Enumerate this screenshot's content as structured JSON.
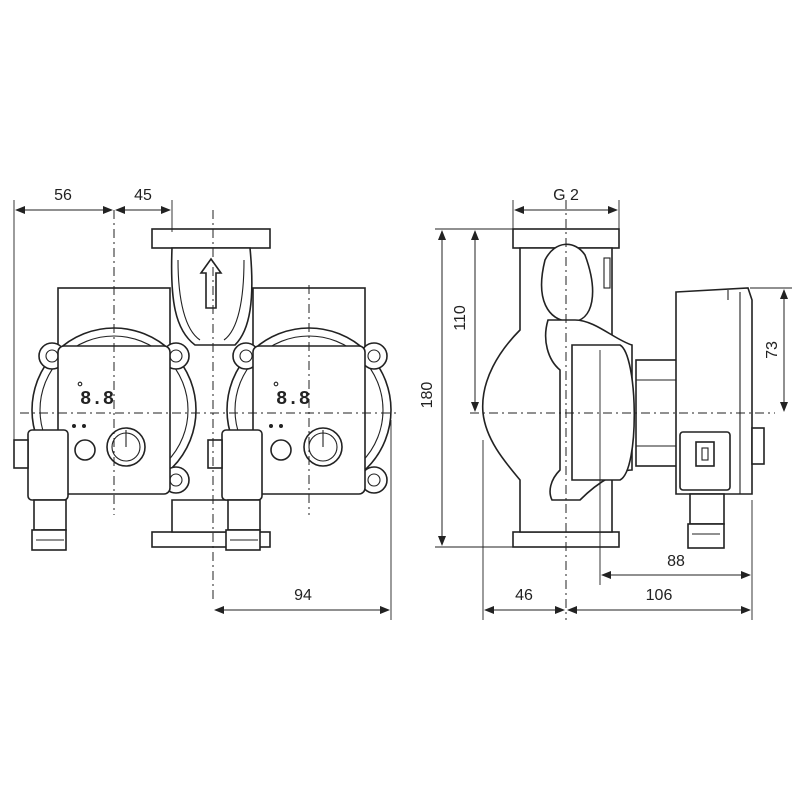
{
  "front_view": {
    "dim_left": "56",
    "dim_between": "45",
    "dim_width": "94",
    "display_left": "8.8",
    "display_right": "8.8"
  },
  "side_view": {
    "dim_connection": "G 2",
    "dim_total_height": "180",
    "dim_upper_height": "110",
    "dim_box_height": "73",
    "dim_box_depth": "88",
    "dim_left_depth": "46",
    "dim_right_depth": "106"
  }
}
